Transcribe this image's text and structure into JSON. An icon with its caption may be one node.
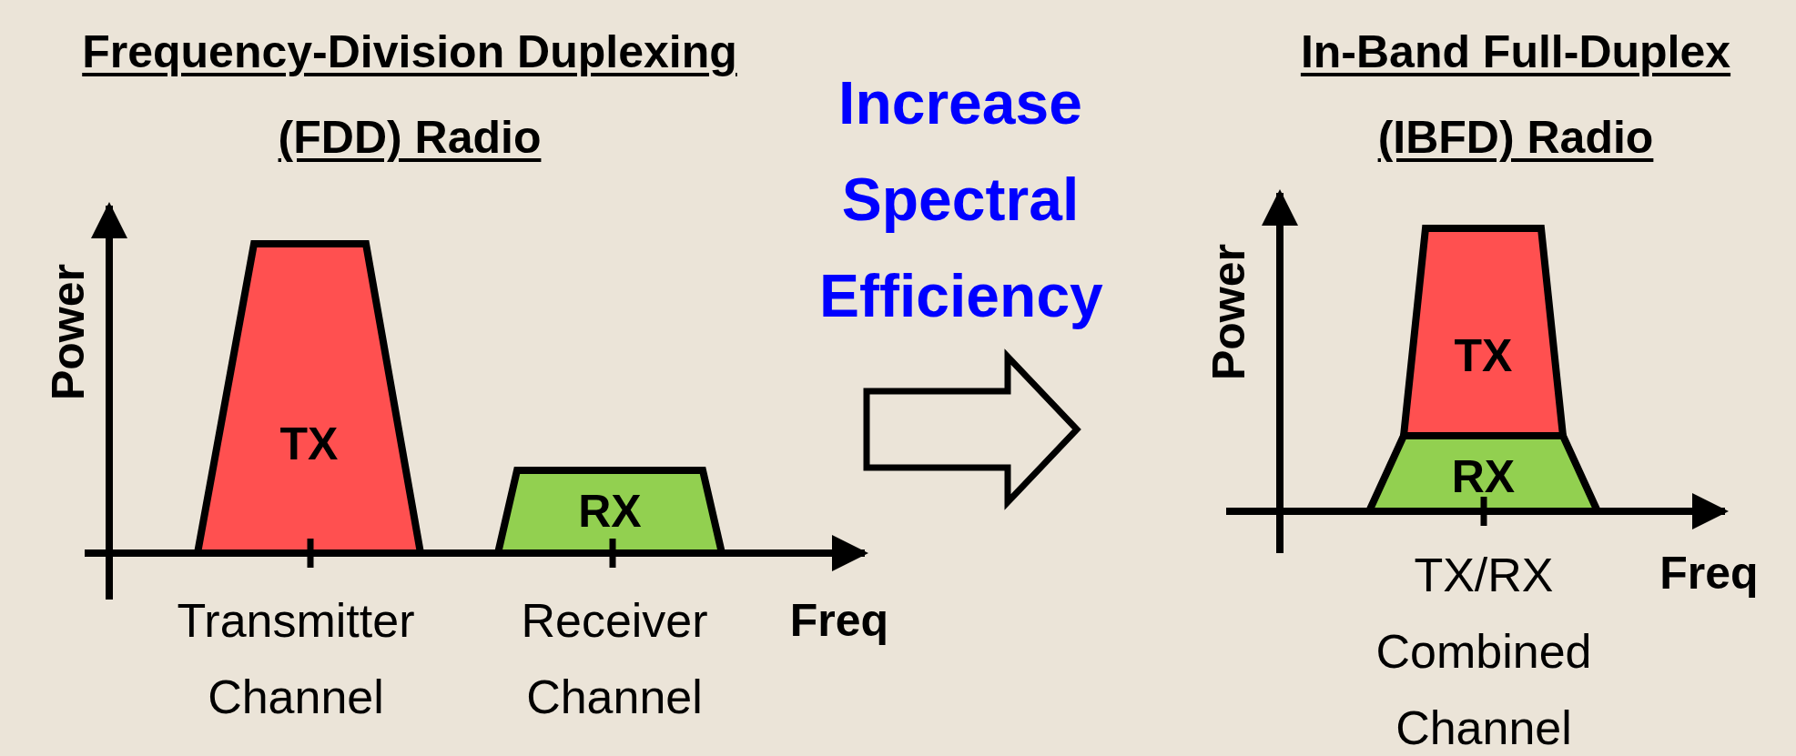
{
  "diagram": {
    "nodes": [
      {
        "text": [
          "TX"
        ]
      },
      {
        "text": [
          "RX"
        ]
      },
      {
        "text": [
          "TX"
        ]
      },
      {
        "text": [
          "RX"
        ]
      }
    ],
    "labels": [
      "Frequency-Division Duplexing (FDD) Radio",
      "Increase Spectral Efficiency",
      "In-Band Full-Duplex (IBFD) Radio",
      "Power",
      "Transmitter Channel",
      "Receiver Channel",
      "Freq",
      "Power",
      "TX/RX Combined Channel",
      "Freq"
    ]
  }
}
